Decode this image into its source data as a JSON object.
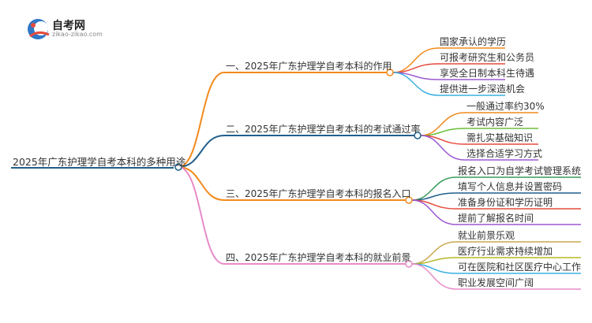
{
  "logo": {
    "title": "自考网",
    "subtitle": "zikao-zikao.com"
  },
  "root": {
    "label": "2025年广东护理学自考本科的多种用途"
  },
  "branches": [
    {
      "label": "一、2025年广东护理学自考本科的作用",
      "color": "#f28a1c",
      "items": [
        {
          "label": "国家承认的学历",
          "color": "#f28a1c"
        },
        {
          "label": "可报考研究生和公务员",
          "color": "#e64a3c"
        },
        {
          "label": "享受全日制本科生待遇",
          "color": "#9b59d0"
        },
        {
          "label": "提供进一步深造机会",
          "color": "#3ab0e0"
        }
      ]
    },
    {
      "label": "二、2025年广东护理学自考本科的考试通过率",
      "color": "#1f5f8b",
      "items": [
        {
          "label": "一般通过率约30%",
          "color": "#f28a1c"
        },
        {
          "label": "考试内容广泛",
          "color": "#6bbf3a"
        },
        {
          "label": "需扎实基础知识",
          "color": "#e64a3c"
        },
        {
          "label": "选择合适学习方式",
          "color": "#9b59d0"
        }
      ]
    },
    {
      "label": "三、2025年广东护理学自考本科的报名入口",
      "color": "#f28a1c",
      "items": [
        {
          "label": "报名入口为自学考试管理系统",
          "color": "#3a9b5c"
        },
        {
          "label": "填写个人信息并设置密码",
          "color": "#1f5f8b"
        },
        {
          "label": "准备身份证和学历证明",
          "color": "#e64a3c"
        },
        {
          "label": "提前了解报名时间",
          "color": "#9b59d0"
        }
      ]
    },
    {
      "label": "四、2025年广东护理学自考本科的就业前景",
      "color": "#e88bc8",
      "items": [
        {
          "label": "就业前景乐观",
          "color": "#c9a84c"
        },
        {
          "label": "医疗行业需求持续增加",
          "color": "#b5b82a"
        },
        {
          "label": "可在医院和社区医疗中心工作",
          "color": "#3ab0e0"
        },
        {
          "label": "职业发展空间广阔",
          "color": "#e88bc8"
        }
      ]
    }
  ]
}
